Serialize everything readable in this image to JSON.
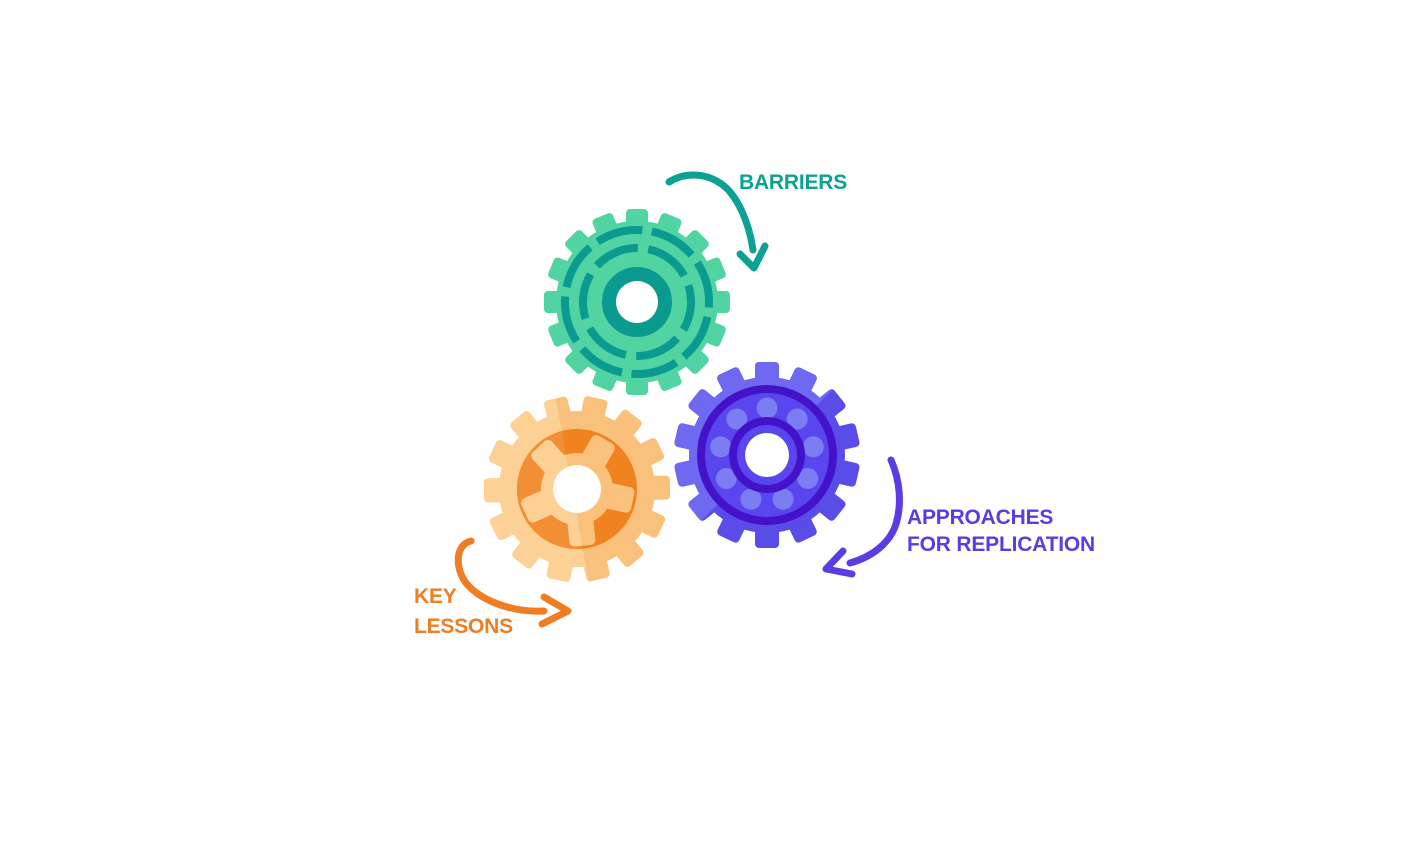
{
  "diagram": {
    "labels": {
      "barriers": "BARRIERS",
      "approaches_line1": "APPROACHES",
      "approaches_line2": "FOR REPLICATION",
      "key_lessons_line1": "KEY",
      "key_lessons_line2": "LESSONS"
    },
    "icons": {
      "barriers_gear": "gear-icon",
      "replication_gear": "gear-icon",
      "lessons_gear": "gear-icon",
      "barriers_arrow": "curved-arrow-icon",
      "replication_arrow": "curved-arrow-icon",
      "lessons_arrow": "curved-arrow-icon"
    },
    "colors": {
      "background": "#FFFFFF",
      "teal_text": "#0CA195",
      "green_body": "#52D4A2",
      "green_ring": "#0A9A90",
      "purple_text": "#5B3BE2",
      "purple_body": "#5A4CE8",
      "purple_body_light": "#6F69F1",
      "purple_dark": "#4413C9",
      "purple_disc": "#5946EE",
      "purple_dot": "#7B7DF3",
      "orange_text": "#EF7D24",
      "orange_body": "#FAC17C",
      "orange_body_light": "#FDD095",
      "orange_disc": "#F0821F",
      "orange_disc_light": "#F28E33"
    }
  }
}
